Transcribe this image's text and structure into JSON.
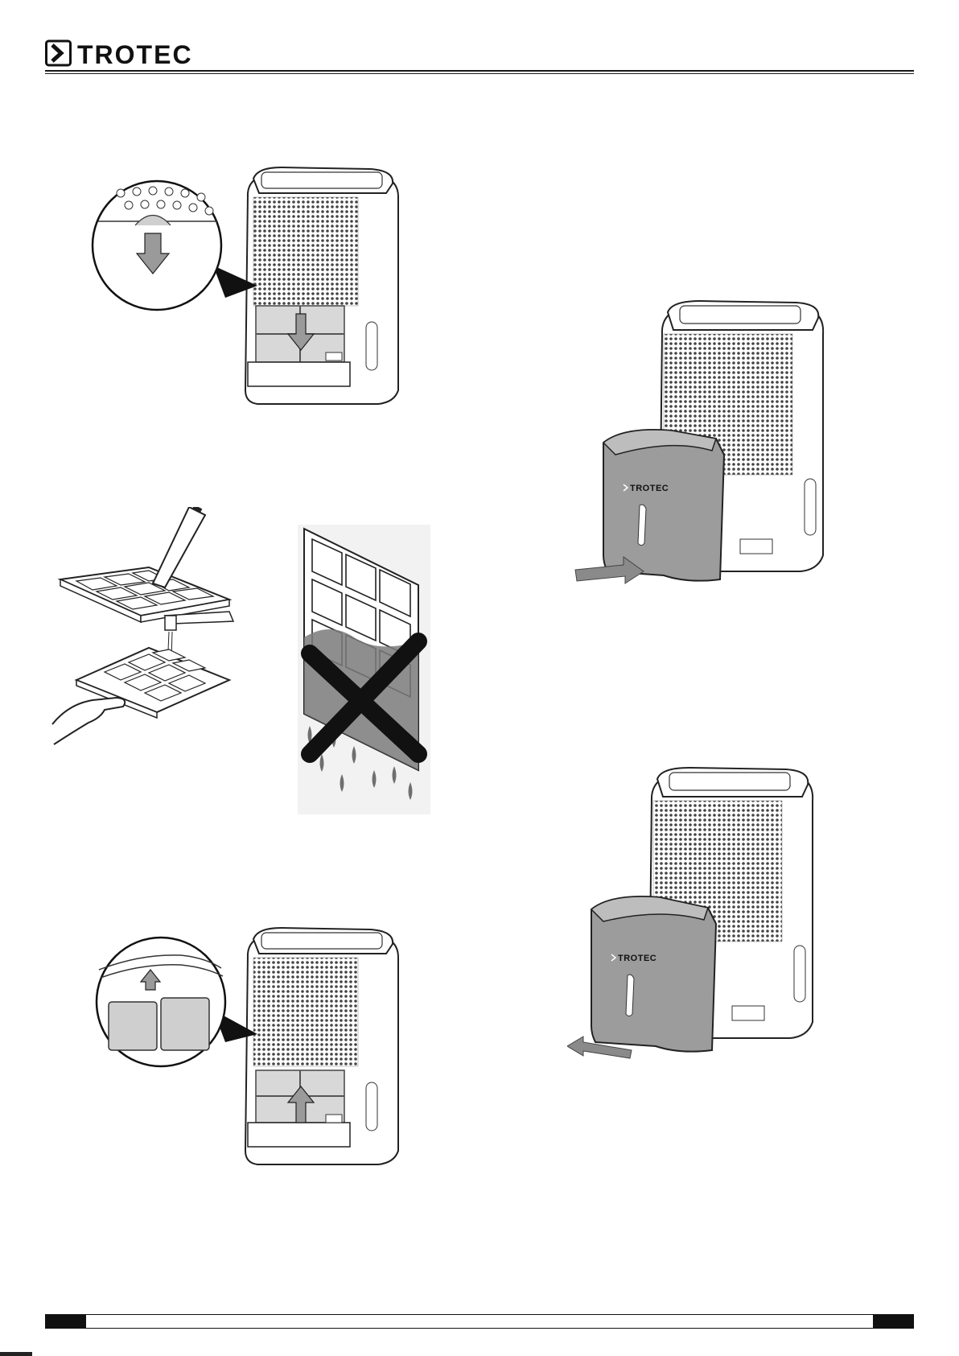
{
  "header": {
    "brand": "TROTEC"
  },
  "illustrations": {
    "filter_removal": {
      "icon": "filter-removal-illustration"
    },
    "filter_cleaning": {
      "icon": "filter-cleaning-illustration"
    },
    "filter_no_wet": {
      "icon": "filter-do-not-insert-wet-illustration"
    },
    "filter_insertion": {
      "icon": "filter-insertion-illustration"
    },
    "tank_insert": {
      "icon": "tank-insert-illustration",
      "tank_brand": "TROTEC"
    },
    "tank_remove": {
      "icon": "tank-remove-illustration",
      "tank_brand": "TROTEC"
    }
  },
  "footer": {
    "left_tab": "",
    "right_tab": ""
  }
}
